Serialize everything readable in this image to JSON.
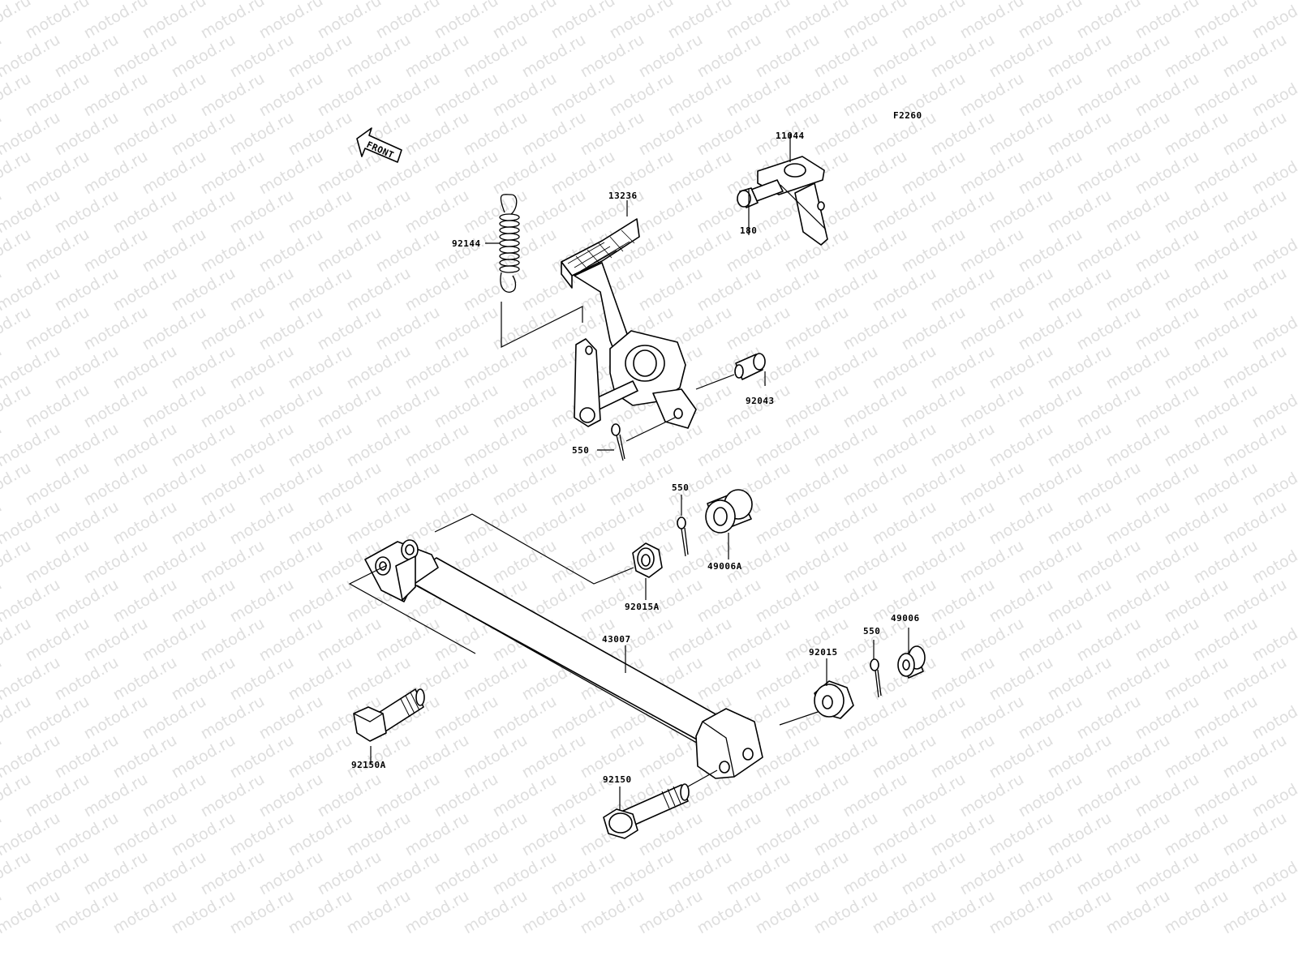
{
  "figure_code": "F2260",
  "front_label": "FRONT",
  "watermark_text": "motod.ru",
  "parts": [
    {
      "id": "11044"
    },
    {
      "id": "180"
    },
    {
      "id": "13236"
    },
    {
      "id": "92144"
    },
    {
      "id": "92043"
    },
    {
      "id": "550"
    },
    {
      "id": "550"
    },
    {
      "id": "49006A"
    },
    {
      "id": "92015A"
    },
    {
      "id": "43007"
    },
    {
      "id": "49006"
    },
    {
      "id": "550"
    },
    {
      "id": "92015"
    },
    {
      "id": "92150A"
    },
    {
      "id": "92150"
    }
  ]
}
